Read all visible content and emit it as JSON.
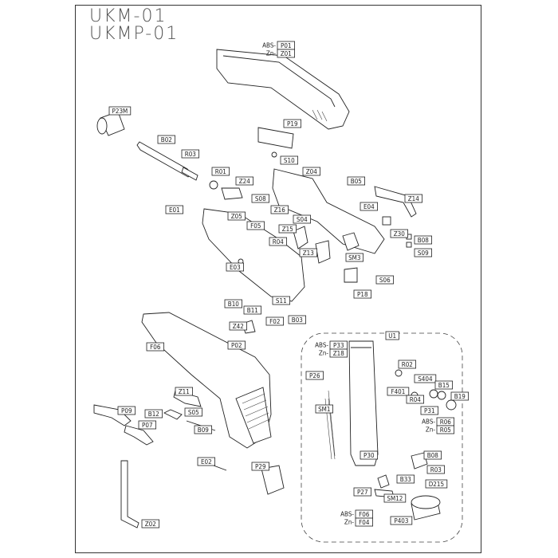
{
  "titles": [
    "UKM-01",
    "UKMP-01"
  ],
  "callouts": [
    {
      "id": "p01",
      "code": "P01",
      "prefix": "ABS"
    },
    {
      "id": "z01",
      "code": "Z01",
      "prefix": "Zn"
    },
    {
      "id": "p23m",
      "code": "P23M"
    },
    {
      "id": "p19",
      "code": "P19"
    },
    {
      "id": "b02",
      "code": "B02"
    },
    {
      "id": "r03",
      "code": "R03"
    },
    {
      "id": "s10",
      "code": "S10"
    },
    {
      "id": "r01",
      "code": "R01"
    },
    {
      "id": "z24",
      "code": "Z24"
    },
    {
      "id": "z04",
      "code": "Z04"
    },
    {
      "id": "b05",
      "code": "B05"
    },
    {
      "id": "s08",
      "code": "S08"
    },
    {
      "id": "z14",
      "code": "Z14"
    },
    {
      "id": "e01",
      "code": "E01"
    },
    {
      "id": "z16",
      "code": "Z16"
    },
    {
      "id": "e04",
      "code": "E04"
    },
    {
      "id": "z05",
      "code": "Z05"
    },
    {
      "id": "f05",
      "code": "F05"
    },
    {
      "id": "s04",
      "code": "S04"
    },
    {
      "id": "z15",
      "code": "Z15"
    },
    {
      "id": "z30",
      "code": "Z30"
    },
    {
      "id": "b08",
      "code": "B08"
    },
    {
      "id": "r04",
      "code": "R04"
    },
    {
      "id": "z13",
      "code": "Z13"
    },
    {
      "id": "sm3",
      "code": "SM3"
    },
    {
      "id": "s09",
      "code": "S09"
    },
    {
      "id": "e03",
      "code": "E03"
    },
    {
      "id": "s06",
      "code": "S06"
    },
    {
      "id": "p18",
      "code": "P18"
    },
    {
      "id": "b10",
      "code": "B10"
    },
    {
      "id": "s11",
      "code": "S11"
    },
    {
      "id": "b11",
      "code": "B11"
    },
    {
      "id": "f02",
      "code": "F02"
    },
    {
      "id": "b03",
      "code": "B03"
    },
    {
      "id": "z42",
      "code": "Z42"
    },
    {
      "id": "u1",
      "code": "U1"
    },
    {
      "id": "f06",
      "code": "F06"
    },
    {
      "id": "p02",
      "code": "P02"
    },
    {
      "id": "p33",
      "code": "P33",
      "prefix": "ABS"
    },
    {
      "id": "z18",
      "code": "Z18",
      "prefix": "Zn"
    },
    {
      "id": "r02",
      "code": "R02"
    },
    {
      "id": "p26",
      "code": "P26"
    },
    {
      "id": "s404",
      "code": "S404"
    },
    {
      "id": "b15",
      "code": "B15"
    },
    {
      "id": "f401",
      "code": "F401"
    },
    {
      "id": "b19",
      "code": "B19"
    },
    {
      "id": "r04b",
      "code": "R04"
    },
    {
      "id": "z11",
      "code": "Z11"
    },
    {
      "id": "p31",
      "code": "P31"
    },
    {
      "id": "sm1",
      "code": "SM1"
    },
    {
      "id": "r06",
      "code": "R06",
      "prefix": "ABS"
    },
    {
      "id": "r05",
      "code": "R05",
      "prefix": "Zn"
    },
    {
      "id": "p09",
      "code": "P09"
    },
    {
      "id": "b12",
      "code": "B12"
    },
    {
      "id": "s05",
      "code": "S05"
    },
    {
      "id": "p07",
      "code": "P07"
    },
    {
      "id": "b09",
      "code": "B09"
    },
    {
      "id": "b08b",
      "code": "B08"
    },
    {
      "id": "e02",
      "code": "E02"
    },
    {
      "id": "p30",
      "code": "P30"
    },
    {
      "id": "r03b",
      "code": "R03"
    },
    {
      "id": "p29",
      "code": "P29"
    },
    {
      "id": "b33",
      "code": "B33"
    },
    {
      "id": "d215",
      "code": "D215"
    },
    {
      "id": "p27",
      "code": "P27"
    },
    {
      "id": "sm12",
      "code": "SM12"
    },
    {
      "id": "f06b",
      "code": "F06",
      "prefix": "ABS"
    },
    {
      "id": "f04",
      "code": "F04",
      "prefix": "Zn"
    },
    {
      "id": "p403",
      "code": "P403"
    },
    {
      "id": "z02",
      "code": "Z02"
    }
  ]
}
